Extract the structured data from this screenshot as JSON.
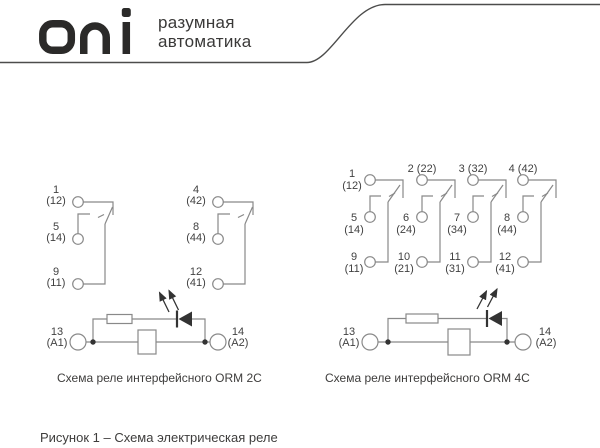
{
  "header": {
    "logo_text": "oni",
    "tagline_line1": "разумная",
    "tagline_line2": "автоматика"
  },
  "schematic_2c": {
    "caption": "Схема реле интерфейсного ORM 2C",
    "poles": [
      {
        "top": {
          "num": "1",
          "code": "(12)"
        },
        "mid": {
          "num": "5",
          "code": "(14)"
        },
        "bot": {
          "num": "9",
          "code": "(11)"
        }
      },
      {
        "top": {
          "num": "4",
          "code": "(42)"
        },
        "mid": {
          "num": "8",
          "code": "(44)"
        },
        "bot": {
          "num": "12",
          "code": "(41)"
        }
      }
    ],
    "coil": {
      "left": {
        "num": "13",
        "code": "(A1)"
      },
      "right": {
        "num": "14",
        "code": "(A2)"
      }
    }
  },
  "schematic_4c": {
    "caption": "Схема реле интерфейсного ORM 4C",
    "poles": [
      {
        "top": {
          "num": "1",
          "code": "(12)"
        },
        "mid": {
          "num": "5",
          "code": "(14)"
        },
        "bot": {
          "num": "9",
          "code": "(11)"
        }
      },
      {
        "top": {
          "label": "2 (22)"
        },
        "mid": {
          "num": "6",
          "code": "(24)"
        },
        "bot": {
          "num": "10",
          "code": "(21)"
        }
      },
      {
        "top": {
          "label": "3 (32)"
        },
        "mid": {
          "num": "7",
          "code": "(34)"
        },
        "bot": {
          "num": "11",
          "code": "(31)"
        }
      },
      {
        "top": {
          "label": "4 (42)"
        },
        "mid": {
          "num": "8",
          "code": "(44)"
        },
        "bot": {
          "num": "12",
          "code": "(41)"
        }
      }
    ],
    "coil": {
      "left": {
        "num": "13",
        "code": "(A1)"
      },
      "right": {
        "num": "14",
        "code": "(A2)"
      }
    }
  },
  "figure_caption": "Рисунок 1 – Схема электрическая реле",
  "colors": {
    "logo": "#2b2a29",
    "circuit_line": "#898989",
    "dark_element": "#333333",
    "text": "#414141"
  }
}
